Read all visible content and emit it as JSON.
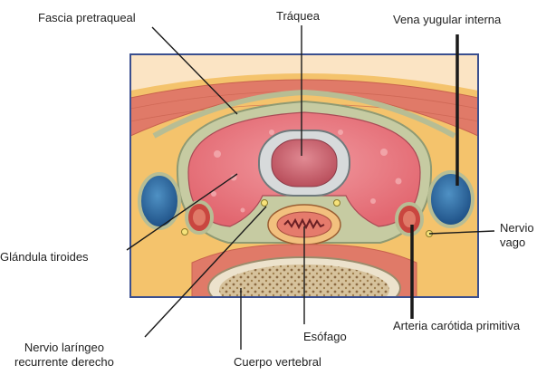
{
  "labels": {
    "fascia_pretraqueal": "Fascia pretraqueal",
    "traquea": "Tráquea",
    "vena_yugular_interna": "Vena yugular interna",
    "glandula_tiroides": "Glándula tiroides",
    "nervio_vago": "Nervio\nvago",
    "nervio_laringeo": "Nervio laríngeo\nrecurrente derecho",
    "cuerpo_vertebral": "Cuerpo vertebral",
    "esofago": "Esófago",
    "arteria_carotida": "Arteria carótida primitiva"
  },
  "colors": {
    "frame": "#3a4f8f",
    "fat": "#f4c36c",
    "muscle": "#e07a68",
    "fascia": "#b7bd94",
    "thyroid": "#e8727c",
    "vein": "#2a6aa0",
    "artery": "#c9463f",
    "bone": "#ece2cc"
  }
}
